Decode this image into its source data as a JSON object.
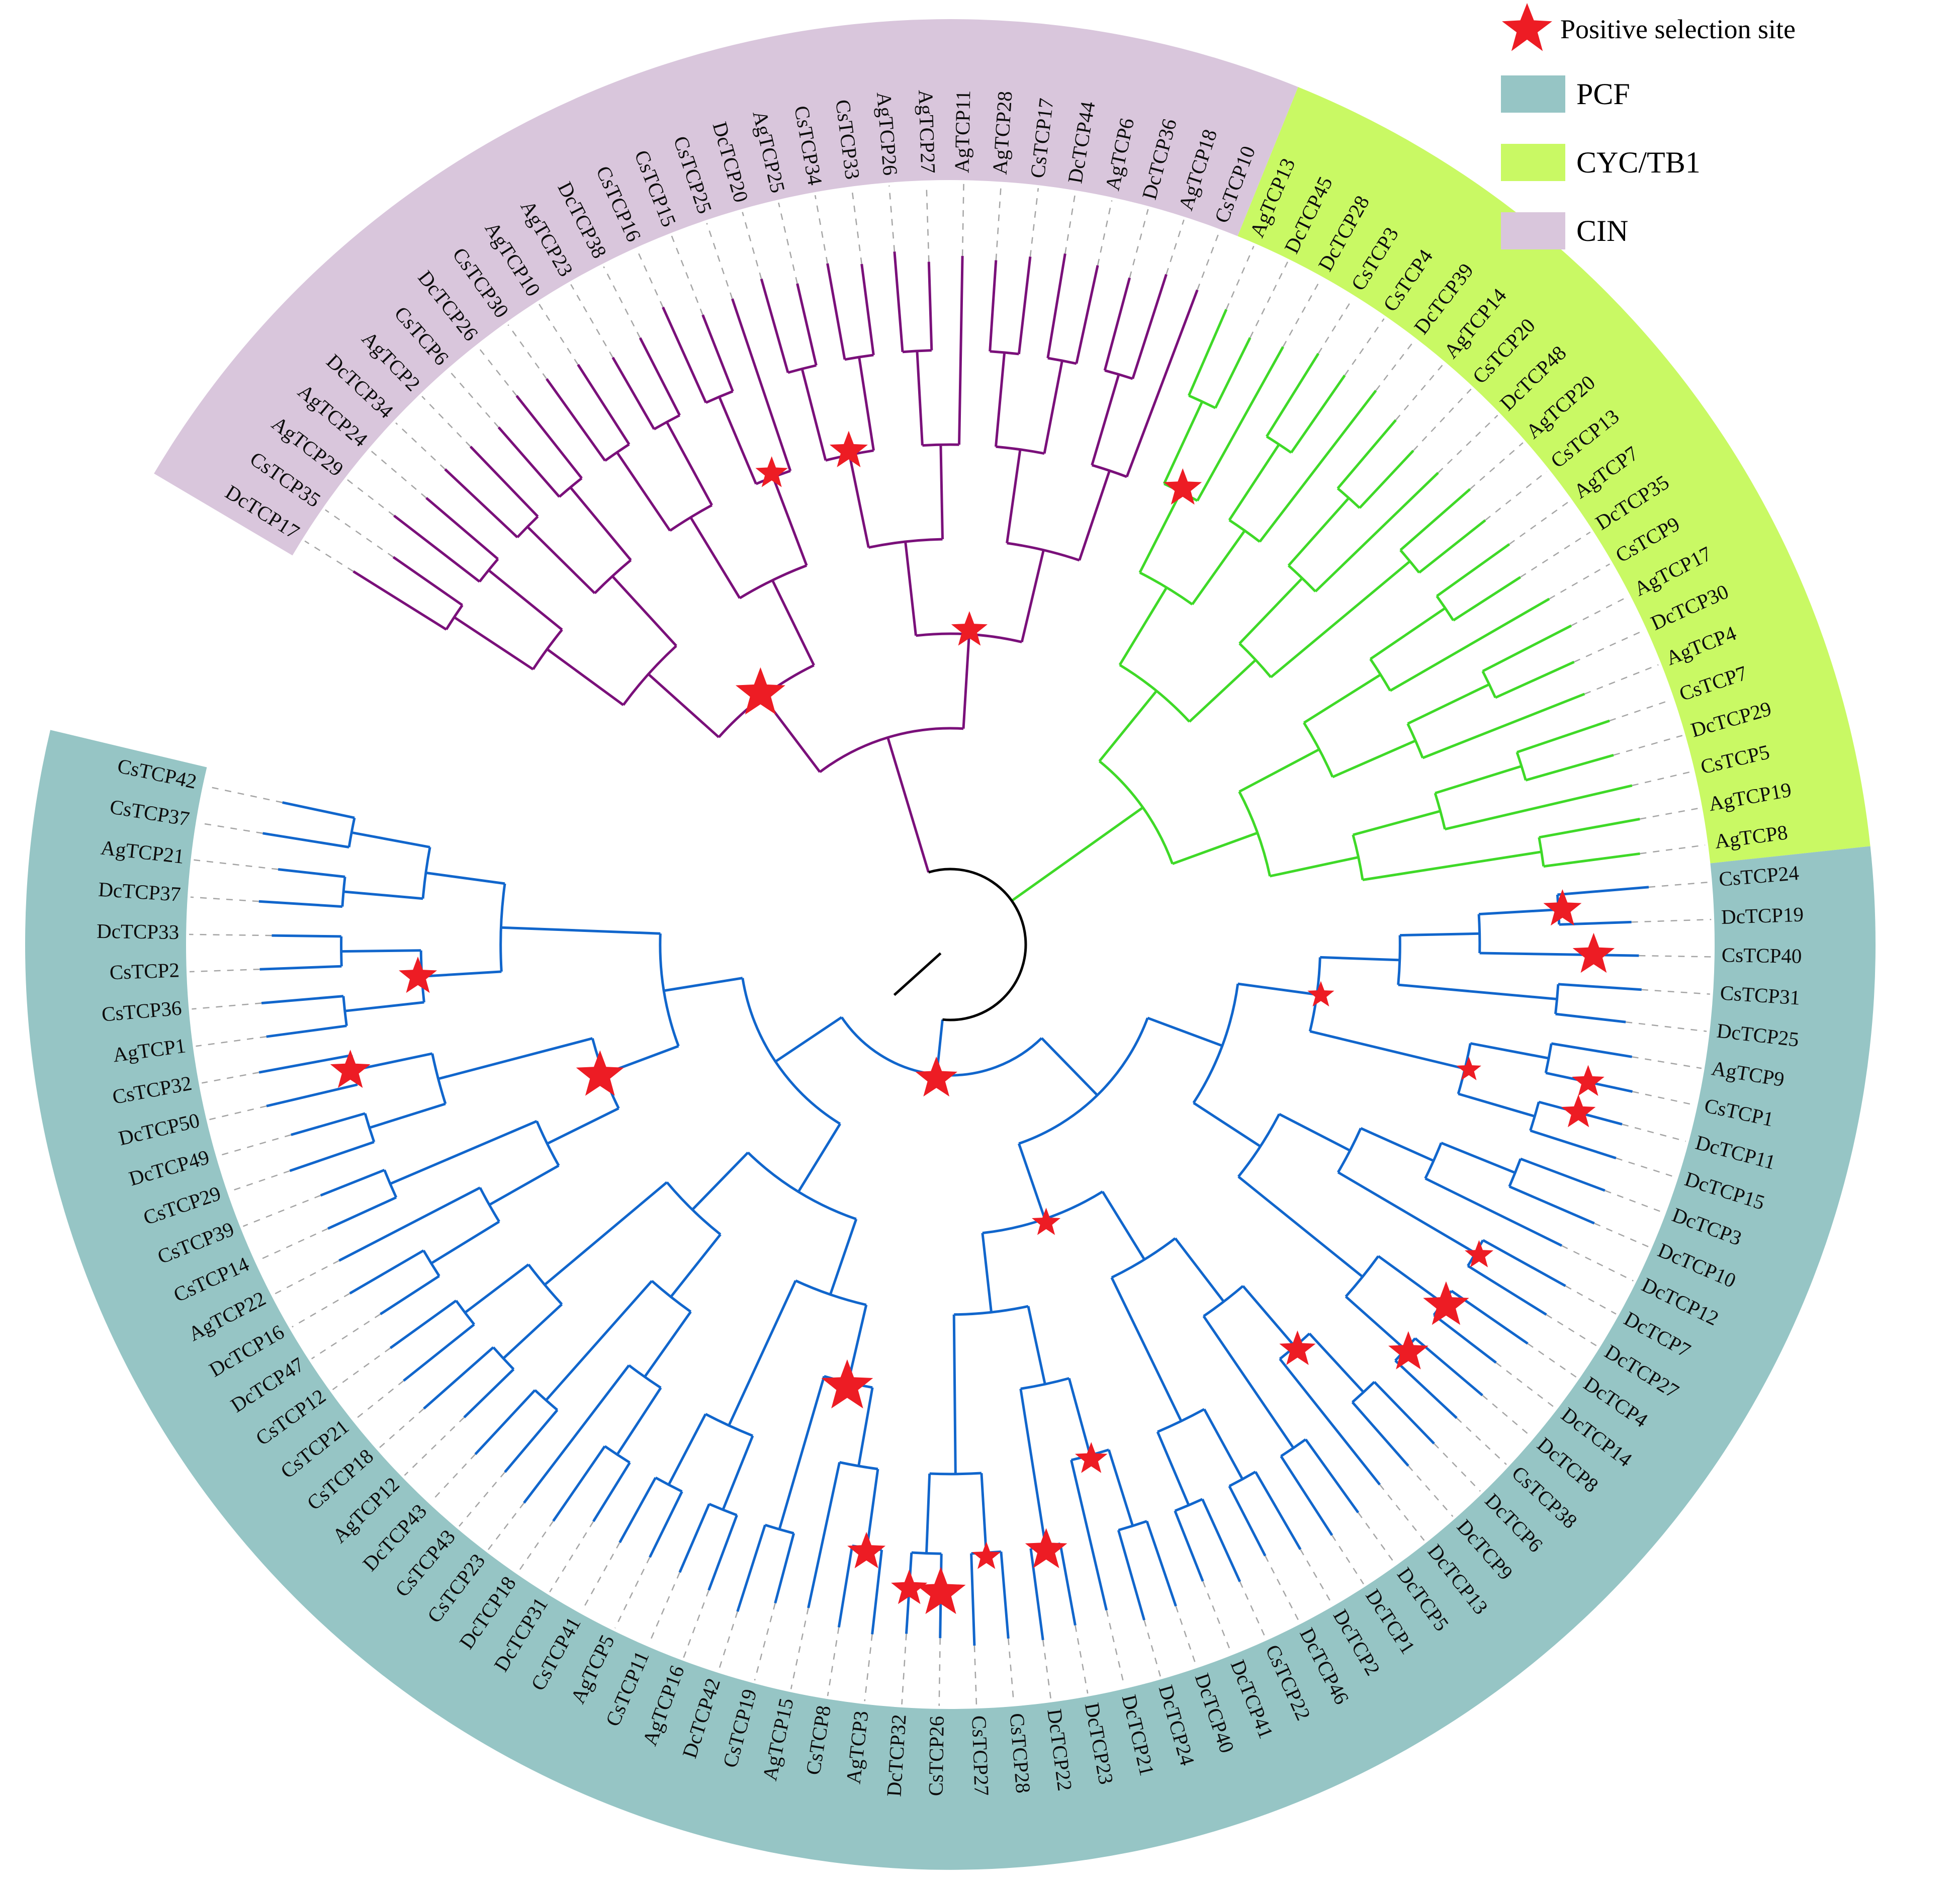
{
  "legend": {
    "star_label": "Positive selection site",
    "items": [
      {
        "label": "PCF",
        "color": "#96c5c5"
      },
      {
        "label": "CYC/TB1",
        "color": "#c9f964"
      },
      {
        "label": "CIN",
        "color": "#d9c6dc"
      }
    ]
  },
  "chart_data": {
    "type": "circular_phylogenetic_tree",
    "star_color": "#ed1c24",
    "connector_color": "#a5a5a5",
    "root_color": "#000000",
    "layout": {
      "center": [
        1890,
        1878
      ],
      "start_angle_deg": -148,
      "sweep_deg": 340,
      "band_inner_r": 1520,
      "band_outer_r": 1840,
      "tip_r": 1400,
      "hub_r": 150,
      "legend_position": "top-right"
    },
    "clades": [
      {
        "name": "CIN",
        "band_color": "#d9c6dc",
        "branch_color": "#7a107a",
        "root_r": 430,
        "leaves": [
          "DcTCP17",
          "CsTCP35",
          "AgTCP29",
          "AgTCP24",
          "DcTCP34",
          "AgTCP2",
          "CsTCP6",
          "DcTCP26",
          "CsTCP30",
          "AgTCP10",
          "AgTCP23",
          "DcTCP38",
          "CsTCP16",
          "CsTCP15",
          "CsTCP25",
          "DcTCP20",
          "AgTCP25",
          "CsTCP34",
          "CsTCP33",
          "AgTCP26",
          "AgTCP27",
          "AgTCP11",
          "AgTCP28",
          "CsTCP17",
          "DcTCP44",
          "AgTCP6",
          "DcTCP36",
          "AgTCP18",
          "CsTCP10"
        ]
      },
      {
        "name": "CYC/TB1",
        "band_color": "#c9f964",
        "branch_color": "#3fd928",
        "root_r": 470,
        "leaves": [
          "AgTCP13",
          "DcTCP45",
          "DcTCP28",
          "CsTCP3",
          "CsTCP4",
          "DcTCP39",
          "AgTCP14",
          "CsTCP20",
          "DcTCP48",
          "AgTCP20",
          "CsTCP13",
          "AgTCP7",
          "DcTCP35",
          "CsTCP9",
          "AgTCP17",
          "DcTCP30",
          "AgTCP4",
          "CsTCP7",
          "DcTCP29",
          "CsTCP5",
          "AgTCP19",
          "AgTCP8"
        ]
      },
      {
        "name": "PCF",
        "band_color": "#96c5c5",
        "branch_color": "#1166cc",
        "root_r": 260,
        "leaves": [
          "CsTCP24",
          "DcTCP19",
          "CsTCP40",
          "CsTCP31",
          "DcTCP25",
          "AgTCP9",
          "CsTCP1",
          "DcTCP11",
          "DcTCP15",
          "DcTCP3",
          "DcTCP10",
          "DcTCP12",
          "DcTCP7",
          "DcTCP27",
          "DcTCP4",
          "DcTCP14",
          "DcTCP8",
          "CsTCP38",
          "DcTCP6",
          "DcTCP9",
          "DcTCP13",
          "DcTCP5",
          "DcTCP1",
          "DcTCP2",
          "DcTCP46",
          "CsTCP22",
          "DcTCP41",
          "DcTCP40",
          "DcTCP24",
          "DcTCP21",
          "DcTCP23",
          "DcTCP22",
          "CsTCP28",
          "CsTCP27",
          "CsTCP26",
          "DcTCP32",
          "AgTCP3",
          "CsTCP8",
          "AgTCP15",
          "CsTCP19",
          "DcTCP42",
          "AgTCP16",
          "CsTCP11",
          "AgTCP5",
          "CsTCP41",
          "DcTCP31",
          "DcTCP18",
          "CsTCP23",
          "CsTCP43",
          "DcTCP43",
          "AgTCP12",
          "CsTCP18",
          "CsTCP21",
          "CsTCP12",
          "DcTCP47",
          "DcTCP16",
          "AgTCP22",
          "CsTCP14",
          "CsTCP39",
          "CsTCP29",
          "DcTCP49",
          "DcTCP50",
          "CsTCP32",
          "AgTCP1",
          "CsTCP36",
          "CsTCP2",
          "DcTCP33",
          "DcTCP37",
          "AgTCP21",
          "CsTCP37",
          "CsTCP42"
        ]
      }
    ],
    "positive_selection_sites": [
      {
        "clade": "CIN",
        "between": [
          "CsTCP15",
          "CsTCP25"
        ],
        "size": 34
      },
      {
        "clade": "CIN",
        "between": [
          "AgTCP25",
          "CsTCP34"
        ],
        "size": 36
      },
      {
        "clade": "CIN",
        "between": [
          "CsTCP6",
          "CsTCP16"
        ],
        "size": 52
      },
      {
        "clade": "CIN",
        "between": [
          "DcTCP20",
          "CsTCP33"
        ],
        "size": 40
      },
      {
        "clade": "CIN",
        "between": [
          "AgTCP27",
          "CsTCP17"
        ],
        "size": 38
      },
      {
        "clade": "CYC/TB1",
        "between": [
          "AgTCP13",
          "DcTCP28"
        ],
        "size": 40
      },
      {
        "clade": "PCF",
        "between": [
          "CsTCP24",
          "DcTCP19"
        ],
        "size": 40
      },
      {
        "clade": "PCF",
        "between": [
          "CsTCP40",
          "CsTCP40"
        ],
        "size": 44
      },
      {
        "clade": "PCF",
        "between": [
          "CsTCP1",
          "CsTCP1"
        ],
        "size": 34
      },
      {
        "clade": "PCF",
        "between": [
          "DcTCP11",
          "DcTCP11"
        ],
        "size": 36
      },
      {
        "clade": "PCF",
        "between": [
          "DcTCP7",
          "DcTCP27"
        ],
        "size": 30
      },
      {
        "clade": "PCF",
        "between": [
          "DcTCP4",
          "DcTCP14"
        ],
        "size": 48
      },
      {
        "clade": "PCF",
        "between": [
          "DcTCP8",
          "CsTCP38"
        ],
        "size": 42
      },
      {
        "clade": "PCF",
        "between": [
          "DcTCP13",
          "DcTCP9"
        ],
        "size": 38
      },
      {
        "clade": "PCF",
        "between": [
          "AgTCP9",
          "DcTCP15"
        ],
        "size": 26
      },
      {
        "clade": "PCF",
        "between": [
          "CsTCP24",
          "DcTCP11"
        ],
        "size": 28
      },
      {
        "clade": "PCF",
        "between": [
          "DcTCP40",
          "DcTCP41"
        ],
        "size": 30
      },
      {
        "clade": "PCF",
        "between": [
          "DcTCP21",
          "DcTCP24"
        ],
        "size": 34
      },
      {
        "clade": "PCF",
        "between": [
          "DcTCP22",
          "DcTCP23"
        ],
        "size": 44
      },
      {
        "clade": "PCF",
        "between": [
          "CsTCP27",
          "CsTCP28"
        ],
        "size": 30
      },
      {
        "clade": "PCF",
        "between": [
          "CsTCP26",
          "CsTCP26"
        ],
        "size": 52
      },
      {
        "clade": "PCF",
        "between": [
          "DcTCP32",
          "DcTCP32"
        ],
        "size": 38
      },
      {
        "clade": "PCF",
        "between": [
          "CsTCP8",
          "AgTCP3"
        ],
        "size": 40
      },
      {
        "clade": "PCF",
        "between": [
          "CsTCP8",
          "CsTCP26"
        ],
        "size": 44
      },
      {
        "clade": "PCF",
        "between": [
          "CsTCP19",
          "AgTCP15"
        ],
        "size": 54
      },
      {
        "clade": "PCF",
        "between": [
          "DcTCP49",
          "CsTCP39"
        ],
        "size": 50
      },
      {
        "clade": "PCF",
        "between": [
          "CsTCP2",
          "CsTCP36"
        ],
        "size": 40
      },
      {
        "clade": "PCF",
        "between": [
          "CsTCP32",
          "DcTCP50"
        ],
        "size": 42
      }
    ]
  }
}
